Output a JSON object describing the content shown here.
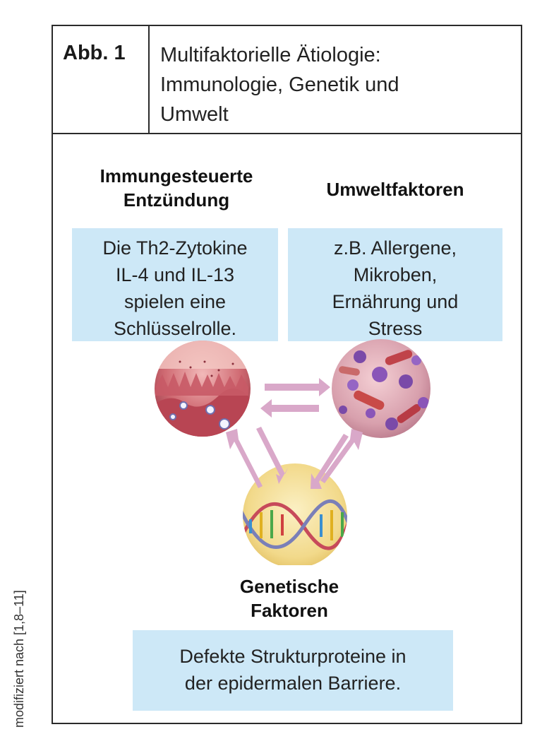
{
  "figure": {
    "label": "Abb. 1",
    "title": "Multifaktorielle Ätiologie:\nImmunologie, Genetik und\nUmwelt"
  },
  "nodes": {
    "immune": {
      "heading": "Immungesteuerte\nEntzündung",
      "text": "Die Th2-Zytokine\nIL-4 und IL-13\nspielen eine\nSchlüsselrolle."
    },
    "environment": {
      "heading": "Umweltfaktoren",
      "text": "z.B. Allergene,\nMikroben,\nErnährung und\nStress"
    },
    "genetic": {
      "heading": "Genetische\nFaktoren",
      "text": "Defekte Strukturproteine in\nder epidermalen Barriere."
    }
  },
  "credit": "modifiziert nach [1,8–11]",
  "colors": {
    "box": "#cde8f7",
    "arrow": "#d9a8c9",
    "border": "#2b2b2b"
  }
}
